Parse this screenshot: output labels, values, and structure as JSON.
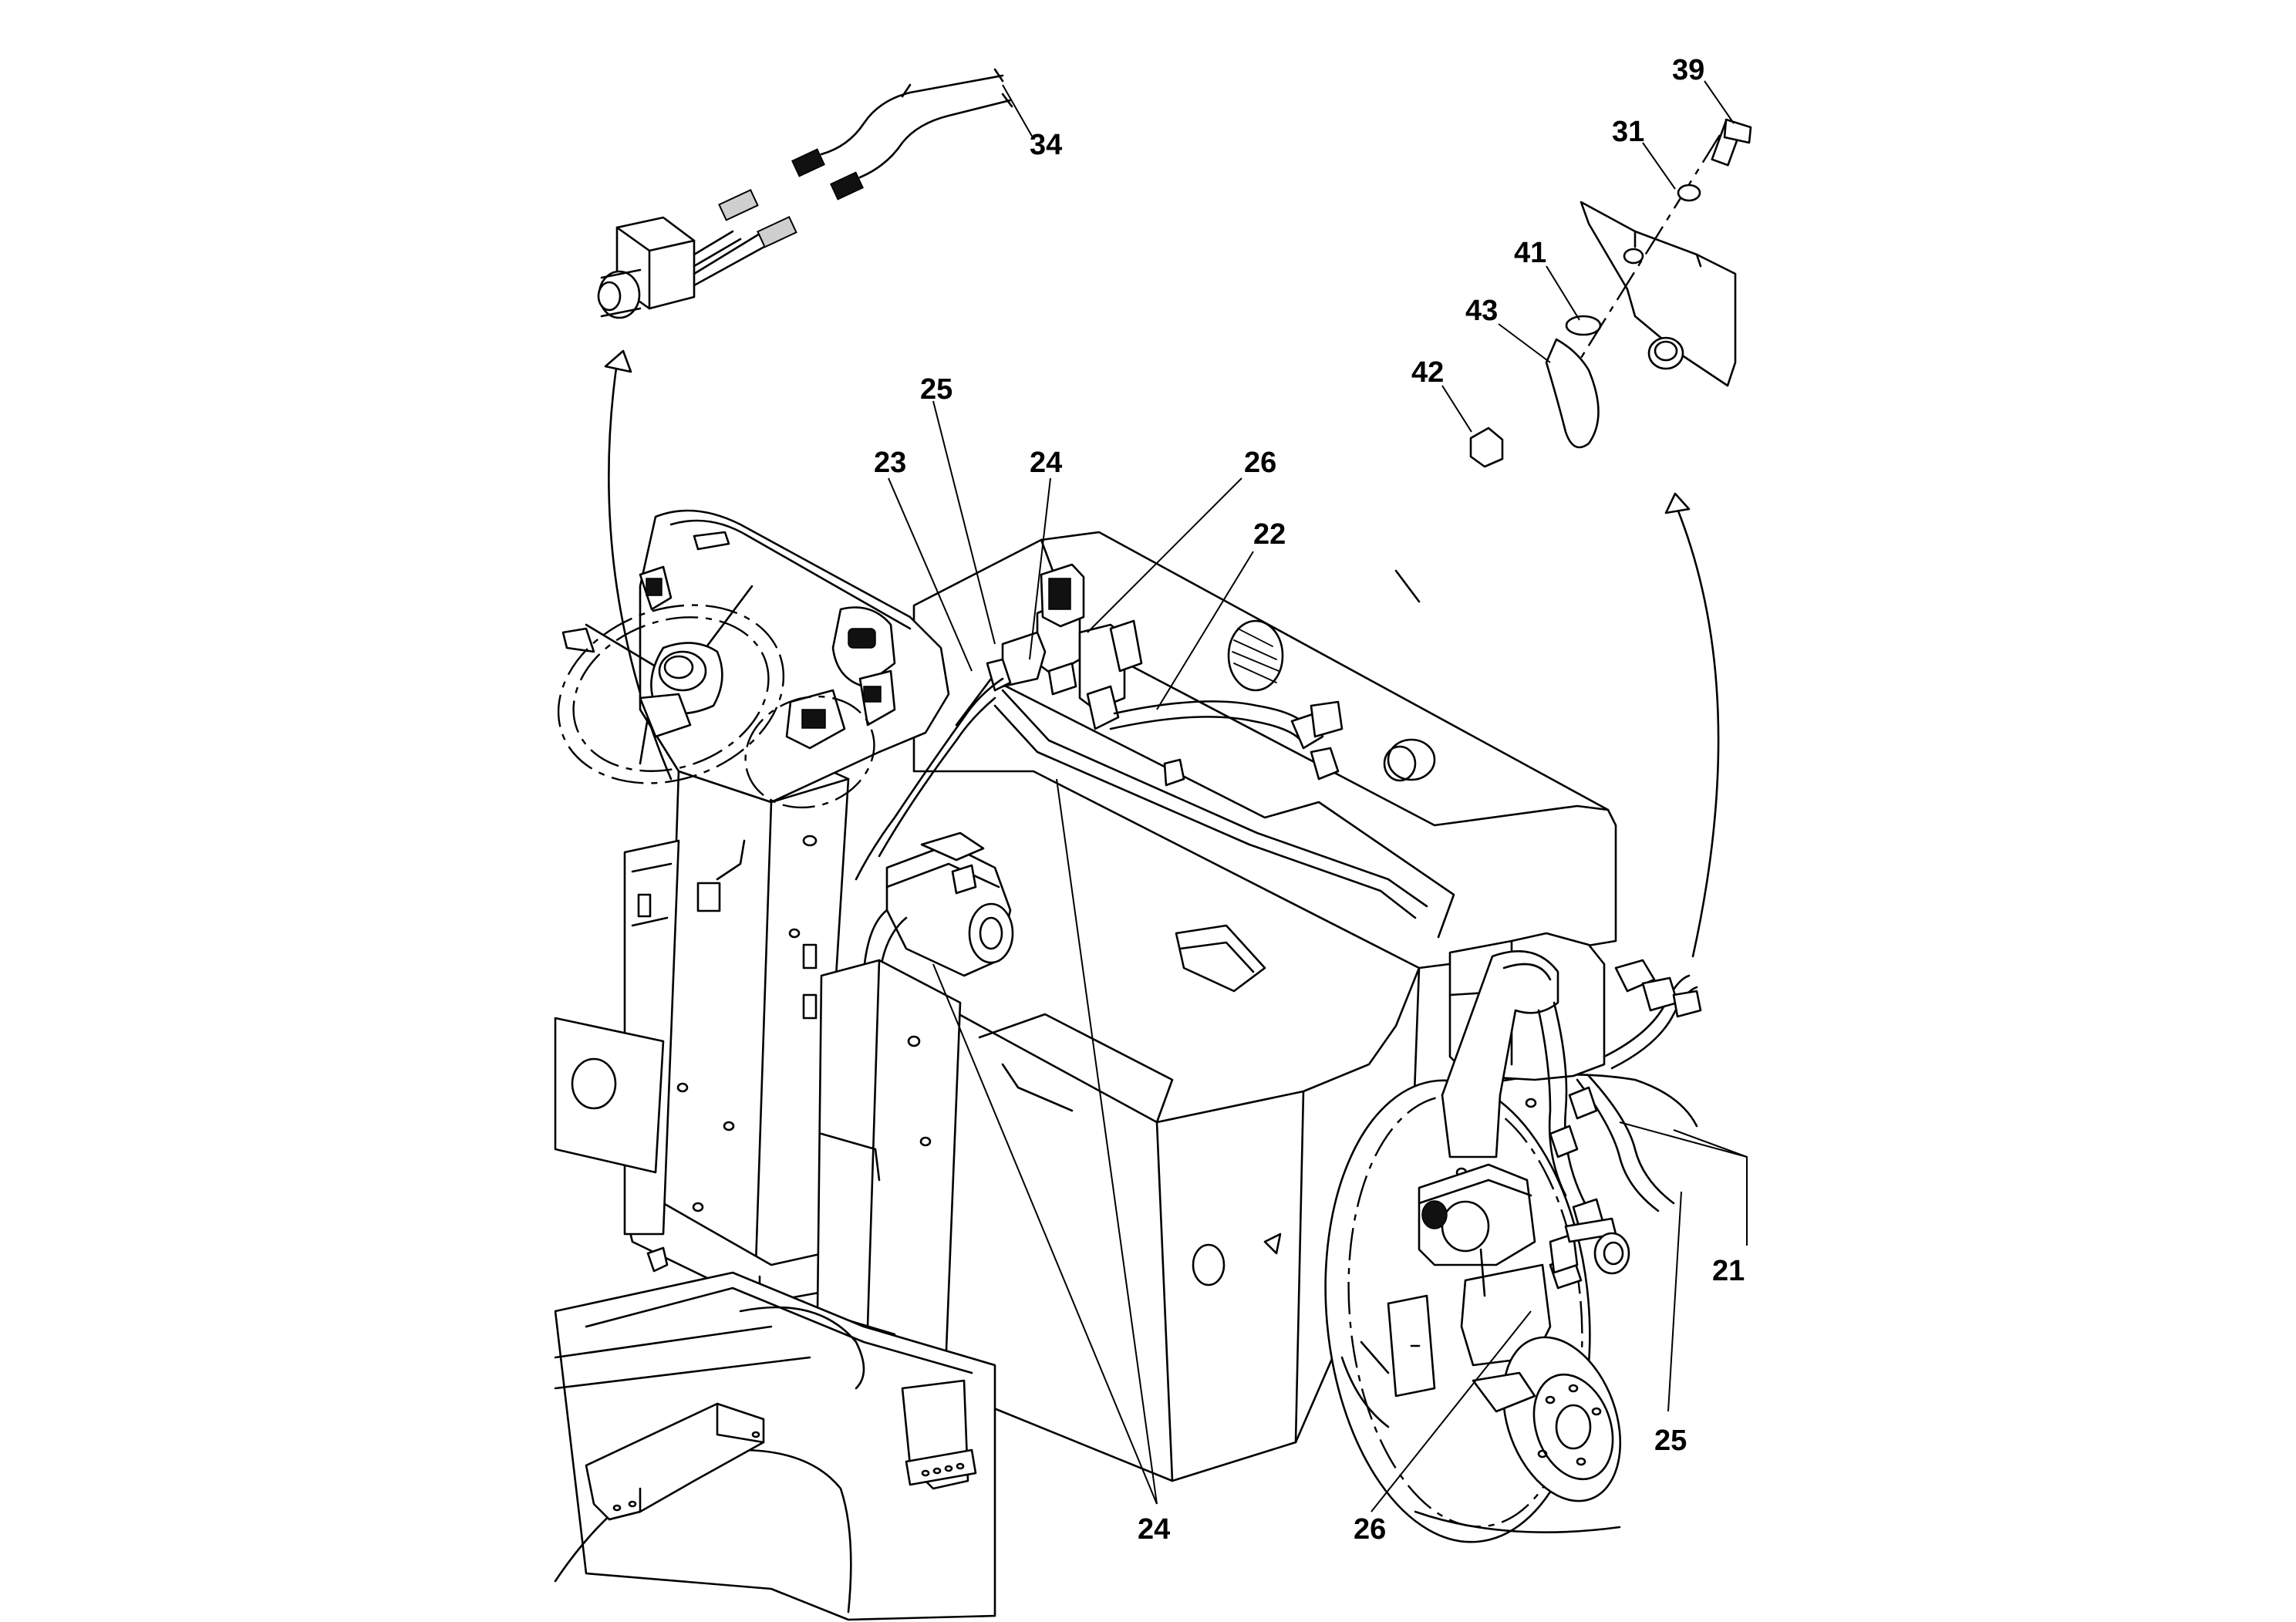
{
  "callouts": {
    "c39": "39",
    "c31": "31",
    "c41": "41",
    "c43": "43",
    "c42": "42",
    "c34": "34",
    "c25_top": "25",
    "c23": "23",
    "c24_top": "24",
    "c26_top": "26",
    "c22": "22",
    "c21": "21",
    "c25_bottom": "25",
    "c24_bottom": "24",
    "c26_bottom": "26"
  }
}
